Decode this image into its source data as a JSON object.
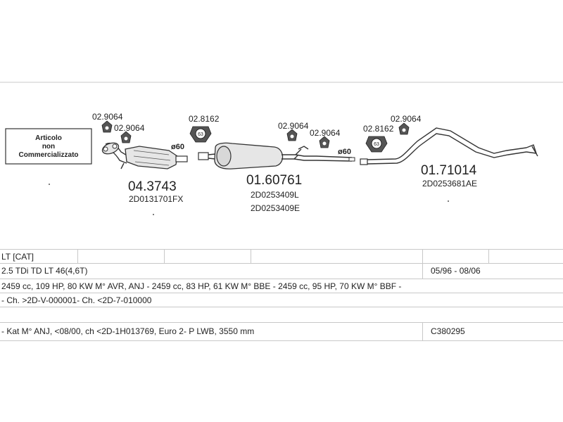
{
  "not_sold_box": {
    "line1": "Articolo",
    "line2": "non",
    "line3": "Commercializzato"
  },
  "parts": [
    {
      "code": "04.3743",
      "refs": [
        "2D0131701FX"
      ]
    },
    {
      "code": "01.60761",
      "refs": [
        "2D0253409L",
        "2D0253409E"
      ]
    },
    {
      "code": "01.71014",
      "refs": [
        "2D0253681AE"
      ]
    }
  ],
  "accessories": {
    "hanger_a": "02.9064",
    "clamp": "02.8162",
    "clamp_badge": "63"
  },
  "diameters": {
    "d1": "ø60",
    "d2": "ø60"
  },
  "table": {
    "row1": {
      "text": "LT  [CAT]"
    },
    "row2": {
      "text": "2.5 TDi TD LT 46(4,6T)",
      "date": "05/96 - 08/06"
    },
    "row3": {
      "text": "2459 cc, 109 HP, 80 KW M° AVR, ANJ - 2459 cc, 83 HP, 61 KW M° BBE - 2459 cc, 95 HP, 70 KW M° BBF -"
    },
    "row4": {
      "text": "- Ch. >2D-V-000001- Ch. <2D-7-010000"
    },
    "row5": {
      "text": "- Kat M° ANJ, <08/00, ch <2D-1H013769, Euro 2- P LWB, 3550 mm",
      "code": "C380295"
    }
  }
}
